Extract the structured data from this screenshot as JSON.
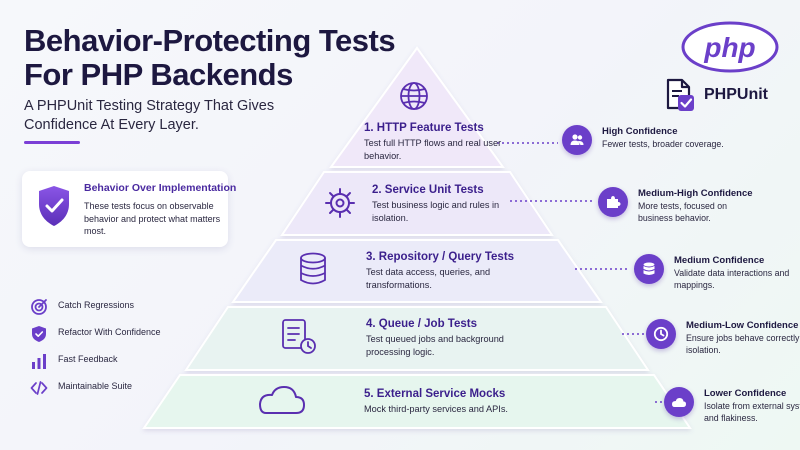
{
  "header": {
    "title_line1": "Behavior-Protecting Tests",
    "title_line2": "For PHP Backends",
    "subtitle": "A PHPUnit Testing Strategy That Gives Confidence At Every Layer."
  },
  "callout": {
    "title": "Behavior Over Implementation",
    "text": "These tests focus on observable behavior and protect what matters most."
  },
  "benefits": [
    {
      "label": "Catch Regressions",
      "icon": "target-icon"
    },
    {
      "label": "Refactor With Confidence",
      "icon": "shield-icon"
    },
    {
      "label": "Fast Feedback",
      "icon": "bar-chart-icon"
    },
    {
      "label": "Maintainable Suite",
      "icon": "code-icon"
    }
  ],
  "logos": {
    "php": "php",
    "phpunit": "PHPUnit"
  },
  "tiers": [
    {
      "title": "1. HTTP Feature Tests",
      "text": "Test full HTTP flows and real user behavior.",
      "icon": "globe-icon"
    },
    {
      "title": "2. Service Unit Tests",
      "text": "Test business logic and rules in isolation.",
      "icon": "gear-icon"
    },
    {
      "title": "3. Repository / Query Tests",
      "text": "Test data access, queries, and transformations.",
      "icon": "database-icon"
    },
    {
      "title": "4. Queue / Job Tests",
      "text": "Test queued jobs and background processing logic.",
      "icon": "job-clock-icon"
    },
    {
      "title": "5. External Service Mocks",
      "text": "Mock third-party services and APIs.",
      "icon": "cloud-icon"
    }
  ],
  "confidence": [
    {
      "title": "High Confidence",
      "text": "Fewer tests, broader coverage.",
      "icon": "users-icon"
    },
    {
      "title": "Medium-High Confidence",
      "text": "More tests, focused on business behavior.",
      "icon": "puzzle-icon"
    },
    {
      "title": "Medium Confidence",
      "text": "Validate data interactions and mappings.",
      "icon": "database-icon"
    },
    {
      "title": "Medium-Low Confidence",
      "text": "Ensure jobs behave correctly in isolation.",
      "icon": "clock-icon"
    },
    {
      "title": "Lower Confidence",
      "text": "Isolate from external systems and flakiness.",
      "icon": "cloud-icon"
    }
  ],
  "colors": {
    "accent": "#6b3fc9",
    "title": "#1d1840",
    "tier_top": "#f0e8f9",
    "tier_bottom": "#e6f6ee"
  }
}
